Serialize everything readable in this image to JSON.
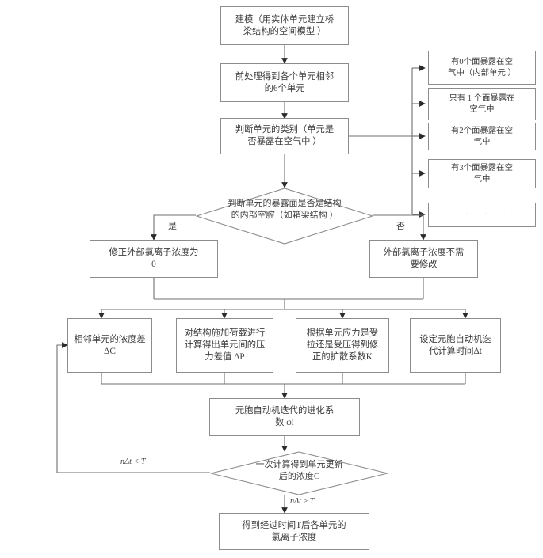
{
  "diagram": {
    "title": "氯离子浓度元胞自动机计算流程图",
    "type": "flowchart",
    "stroke_color": "#8c8c8c",
    "arrow_color": "#2b2b2b",
    "text_color": "#3b3b3b",
    "background": "#ffffff"
  },
  "nodes": {
    "model": {
      "label": "建模（用实体单元建立桥\n梁结构的空间模型 ）"
    },
    "preprocess": {
      "label": "前处理得到各个单元相邻\n的6个单元"
    },
    "classify": {
      "label": "判断单元的类别（单元是\n否暴露在空气中 ）"
    },
    "cat0": {
      "label": "有0个面暴露在空\n气中（内部单元 ）"
    },
    "cat1": {
      "label": "只有 1 个面暴露在\n空气中"
    },
    "cat2": {
      "label": "有2个面暴露在空\n气中"
    },
    "cat3": {
      "label": "有3个面暴露在空\n气中"
    },
    "catmore": {
      "label": "· · · · · ·"
    },
    "decision_cavity": {
      "label": "判断单元的暴露面是否是结构\n的内部空腔（如箱梁结构 ）"
    },
    "fix_zero": {
      "label": "修正外部氯离子浓度为\n0"
    },
    "no_fix": {
      "label": "外部氯离子浓度不需\n要修改"
    },
    "delta_c": {
      "label": "相邻单元的浓度差\nΔC"
    },
    "delta_p": {
      "label": "对结构施加荷载进行\n计算得出单元间的压\n力差值 ΔP"
    },
    "coef_k": {
      "label": "根据单元应力是受\n拉还是受压得到修\n正的扩散系数K"
    },
    "delta_t": {
      "label": "设定元胞自动机迭\n代计算时间Δt"
    },
    "evolution": {
      "label": "元胞自动机迭代的进化系\n数 φi"
    },
    "decision_update": {
      "label": "一次计算得到单元更新\n后的浓度C"
    },
    "result": {
      "label": "得到经过时间T后各单元的\n氯离子浓度"
    }
  },
  "edge_labels": {
    "yes": "是",
    "no": "否",
    "loop_back": "nΔt < T",
    "proceed": "nΔt ≥ T"
  }
}
